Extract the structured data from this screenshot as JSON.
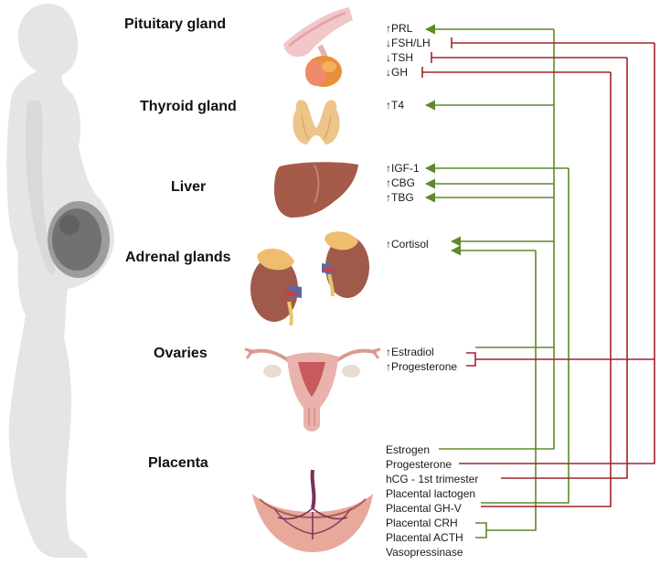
{
  "organs": [
    {
      "name": "Pituitary gland"
    },
    {
      "name": "Thyroid gland"
    },
    {
      "name": "Liver"
    },
    {
      "name": "Adrenal glands"
    },
    {
      "name": "Ovaries"
    },
    {
      "name": "Placenta"
    }
  ],
  "hormones": {
    "pituitary": [
      "↑PRL",
      "↓FSH/LH",
      "↓TSH",
      "↓GH"
    ],
    "thyroid": [
      "↑T4"
    ],
    "liver": [
      "↑IGF-1",
      "↑CBG",
      "↑TBG"
    ],
    "adrenal": [
      "↑Cortisol"
    ],
    "ovaries": [
      "↑Estradiol",
      "↑Progesterone"
    ]
  },
  "placenta_products": [
    "Estrogen",
    "Progesterone",
    "hCG - 1st trimester",
    "Placental lactogen",
    "Placental GH-V",
    "Placental CRH",
    "Placental ACTH",
    "Vasopressinase"
  ],
  "colors": {
    "stimulate": "#5e8a2a",
    "inhibit": "#a3232b",
    "silhouette": "#e3e5e5",
    "fetus": "#7d7f80"
  }
}
